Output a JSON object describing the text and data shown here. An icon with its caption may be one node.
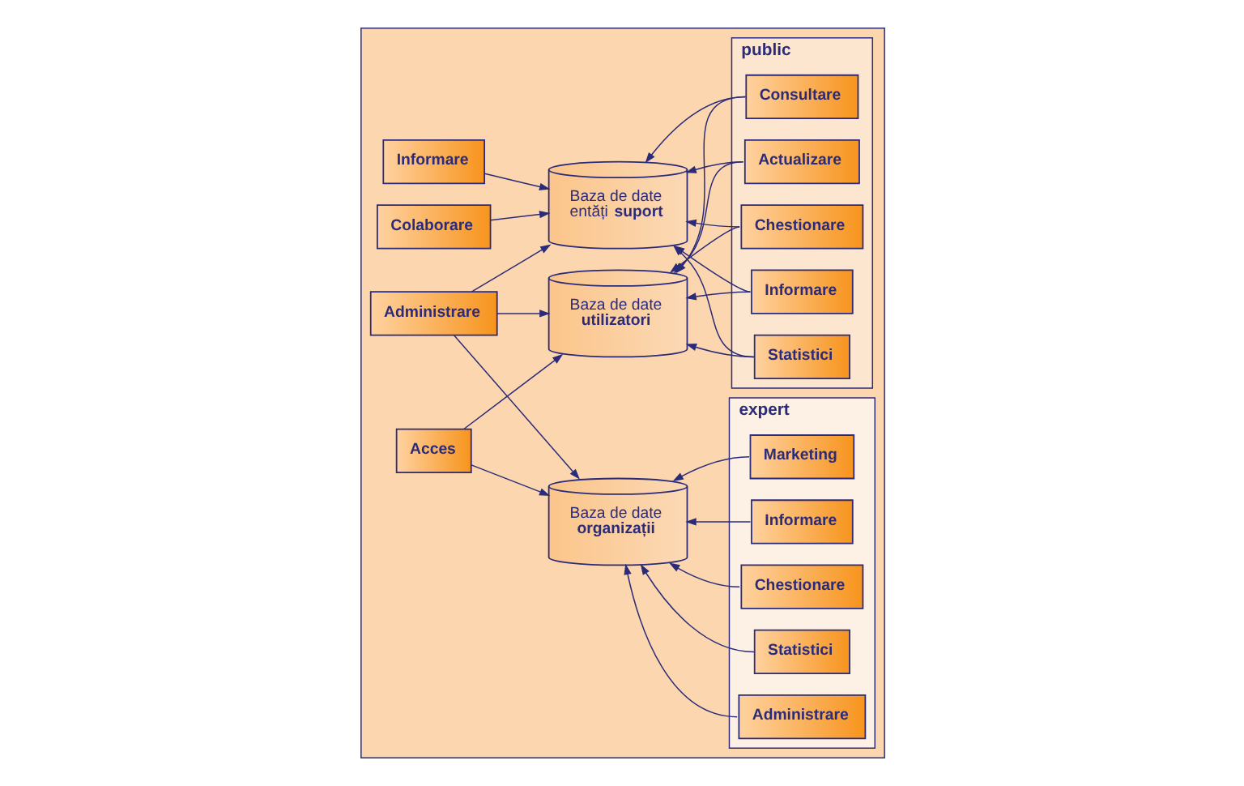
{
  "diagram": {
    "nodes": [
      {
        "text": [],
        "shape": "box"
      },
      {
        "text": [
          "Informare"
        ],
        "in": 0
      },
      {
        "text": [
          "Colaborare"
        ],
        "in": 0
      },
      {
        "text": [
          "Administrare"
        ],
        "in": 0
      },
      {
        "text": [
          "Acces"
        ],
        "in": 0
      },
      {
        "text": [
          "Baza de date entăți **suport**"
        ],
        "in": 0
      },
      {
        "text": [
          "Baza de date **utilizatori**"
        ],
        "in": 0
      },
      {
        "text": [
          "Baza de date **organizații**"
        ],
        "in": 0
      },
      {
        "text": [
          "public"
        ],
        "in": 0
      },
      {
        "text": [
          "Informare"
        ],
        "in": 8
      },
      {
        "text": [
          "Statistici"
        ],
        "in": 8
      },
      {
        "text": [
          "Consultare"
        ],
        "in": 8
      },
      {
        "text": [
          "Actualizare"
        ],
        "in": 8
      },
      {
        "text": [
          "Chestionare"
        ],
        "in": 8
      },
      {
        "text": [
          "expert"
        ],
        "in": 0
      },
      {
        "text": [
          "Marketing"
        ],
        "in": 14
      },
      {
        "text": [
          "Informare"
        ],
        "in": 14
      },
      {
        "text": [
          "Chestionare"
        ],
        "in": 14
      },
      {
        "text": [
          "Statistici"
        ],
        "in": 14
      },
      {
        "text": [
          "Administrare"
        ],
        "in": 14
      }
    ],
    "edges": [
      {
        "from": 1,
        "to": 5,
        "arrow": "to"
      },
      {
        "from": 2,
        "to": 5,
        "arrow": "to"
      },
      {
        "from": 3,
        "to": 5,
        "arrow": "to"
      },
      {
        "from": 3,
        "to": 6,
        "arrow": "to"
      },
      {
        "from": 3,
        "to": 7,
        "arrow": "to"
      },
      {
        "from": 4,
        "to": 6,
        "arrow": "to"
      },
      {
        "from": 4,
        "to": 7,
        "arrow": "to"
      },
      {
        "from": 9,
        "to": 5,
        "arrow": "to"
      },
      {
        "from": 9,
        "to": 6,
        "arrow": "to"
      },
      {
        "from": 10,
        "to": 5,
        "arrow": "to"
      },
      {
        "from": 10,
        "to": 6,
        "arrow": "to"
      },
      {
        "from": 11,
        "to": 5,
        "arrow": "to"
      },
      {
        "from": 11,
        "to": 6,
        "arrow": "to"
      },
      {
        "from": 12,
        "to": 5,
        "arrow": "to"
      },
      {
        "from": 12,
        "to": 6,
        "arrow": "to"
      },
      {
        "from": 13,
        "to": 5,
        "arrow": "to"
      },
      {
        "from": 13,
        "to": 6,
        "arrow": "to"
      },
      {
        "from": 15,
        "to": 7,
        "arrow": "to"
      },
      {
        "from": 16,
        "to": 7,
        "arrow": "to"
      },
      {
        "from": 17,
        "to": 7,
        "arrow": "to"
      },
      {
        "from": 18,
        "to": 7,
        "arrow": "to"
      },
      {
        "from": 19,
        "to": 7,
        "arrow": "to"
      }
    ]
  }
}
